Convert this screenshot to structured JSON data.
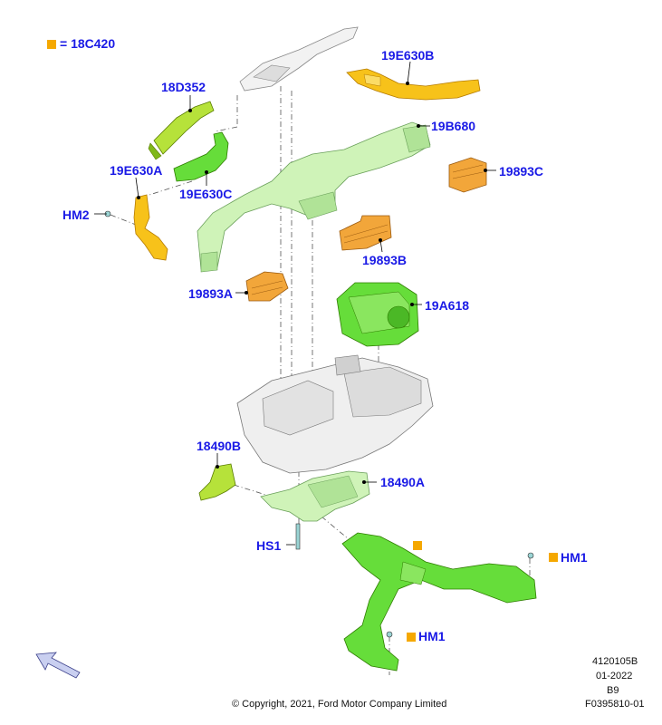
{
  "legend": {
    "marker_color": "#f5a800",
    "text": "= 18C420"
  },
  "colors": {
    "label": "#1a1ae6",
    "orange": "#f2a63a",
    "green": "#66dd3a",
    "pale_green": "#cff3b8",
    "yellow_green": "#b6e23a",
    "yellow": "#f7c21a",
    "grey_part": "#e8e8e8"
  },
  "callouts": {
    "d18D352": "18D352",
    "e19E630B": "19E630B",
    "b19B680": "19B680",
    "c19893C": "19893C",
    "e19E630A": "19E630A",
    "e19E630C": "19E630C",
    "hm2": "HM2",
    "b19893B": "19893B",
    "a19893A": "19893A",
    "a19A618": "19A618",
    "b18490B": "18490B",
    "a18490A": "18490A",
    "hs1": "HS1",
    "hm1_upper": "HM1",
    "hm1_lower": "HM1"
  },
  "meta": {
    "ref_number": "4120105B",
    "date": "01-2022",
    "revision": "B9",
    "copyright": "© Copyright, 2021, Ford Motor Company Limited",
    "figure_id": "F0395810-01"
  },
  "icons": {
    "front_arrow": "front-direction-arrow-icon",
    "legend_marker": "square-marker-icon"
  }
}
